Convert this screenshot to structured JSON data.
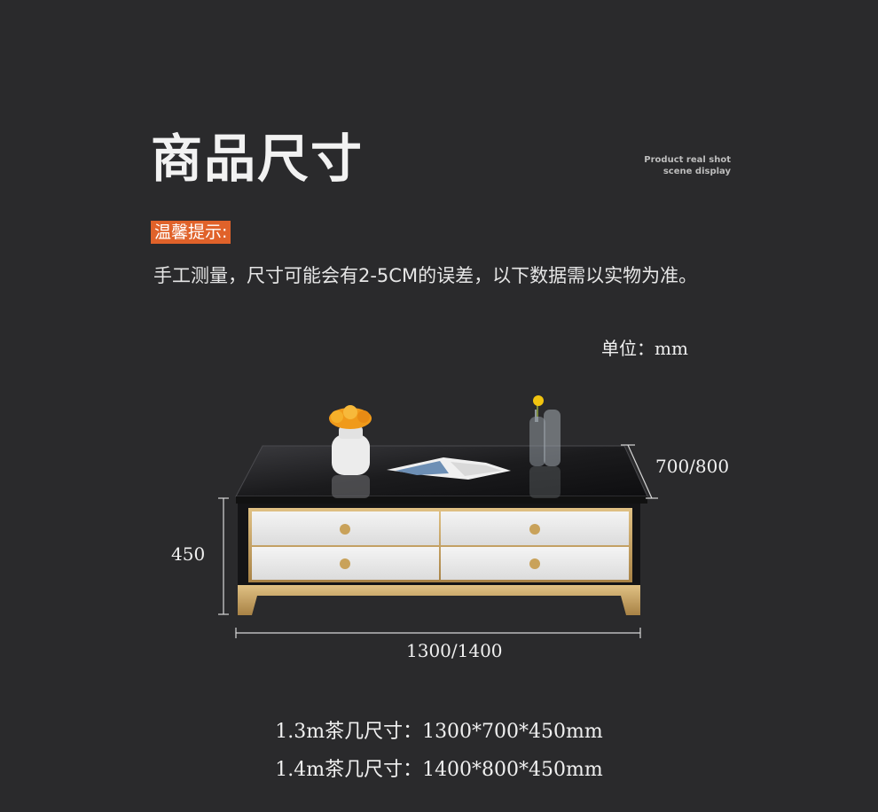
{
  "header": {
    "title": "商品尺寸",
    "subtitle_line1": "Product real shot",
    "subtitle_line2": "scene display"
  },
  "tip": {
    "badge": "温馨提示:",
    "text": "手工测量，尺寸可能会有2-5CM的误差，以下数据需以实物为准。"
  },
  "unit_label": "单位：mm",
  "dimensions": {
    "depth": "700/800",
    "height": "450",
    "width": "1300/1400"
  },
  "specs": [
    "1.3m茶几尺寸：1300*700*450mm",
    "1.4m茶几尺寸：1400*800*450mm"
  ],
  "colors": {
    "background": "#2a2a2c",
    "accent": "#e0622a",
    "gold": "#c9a25a"
  }
}
